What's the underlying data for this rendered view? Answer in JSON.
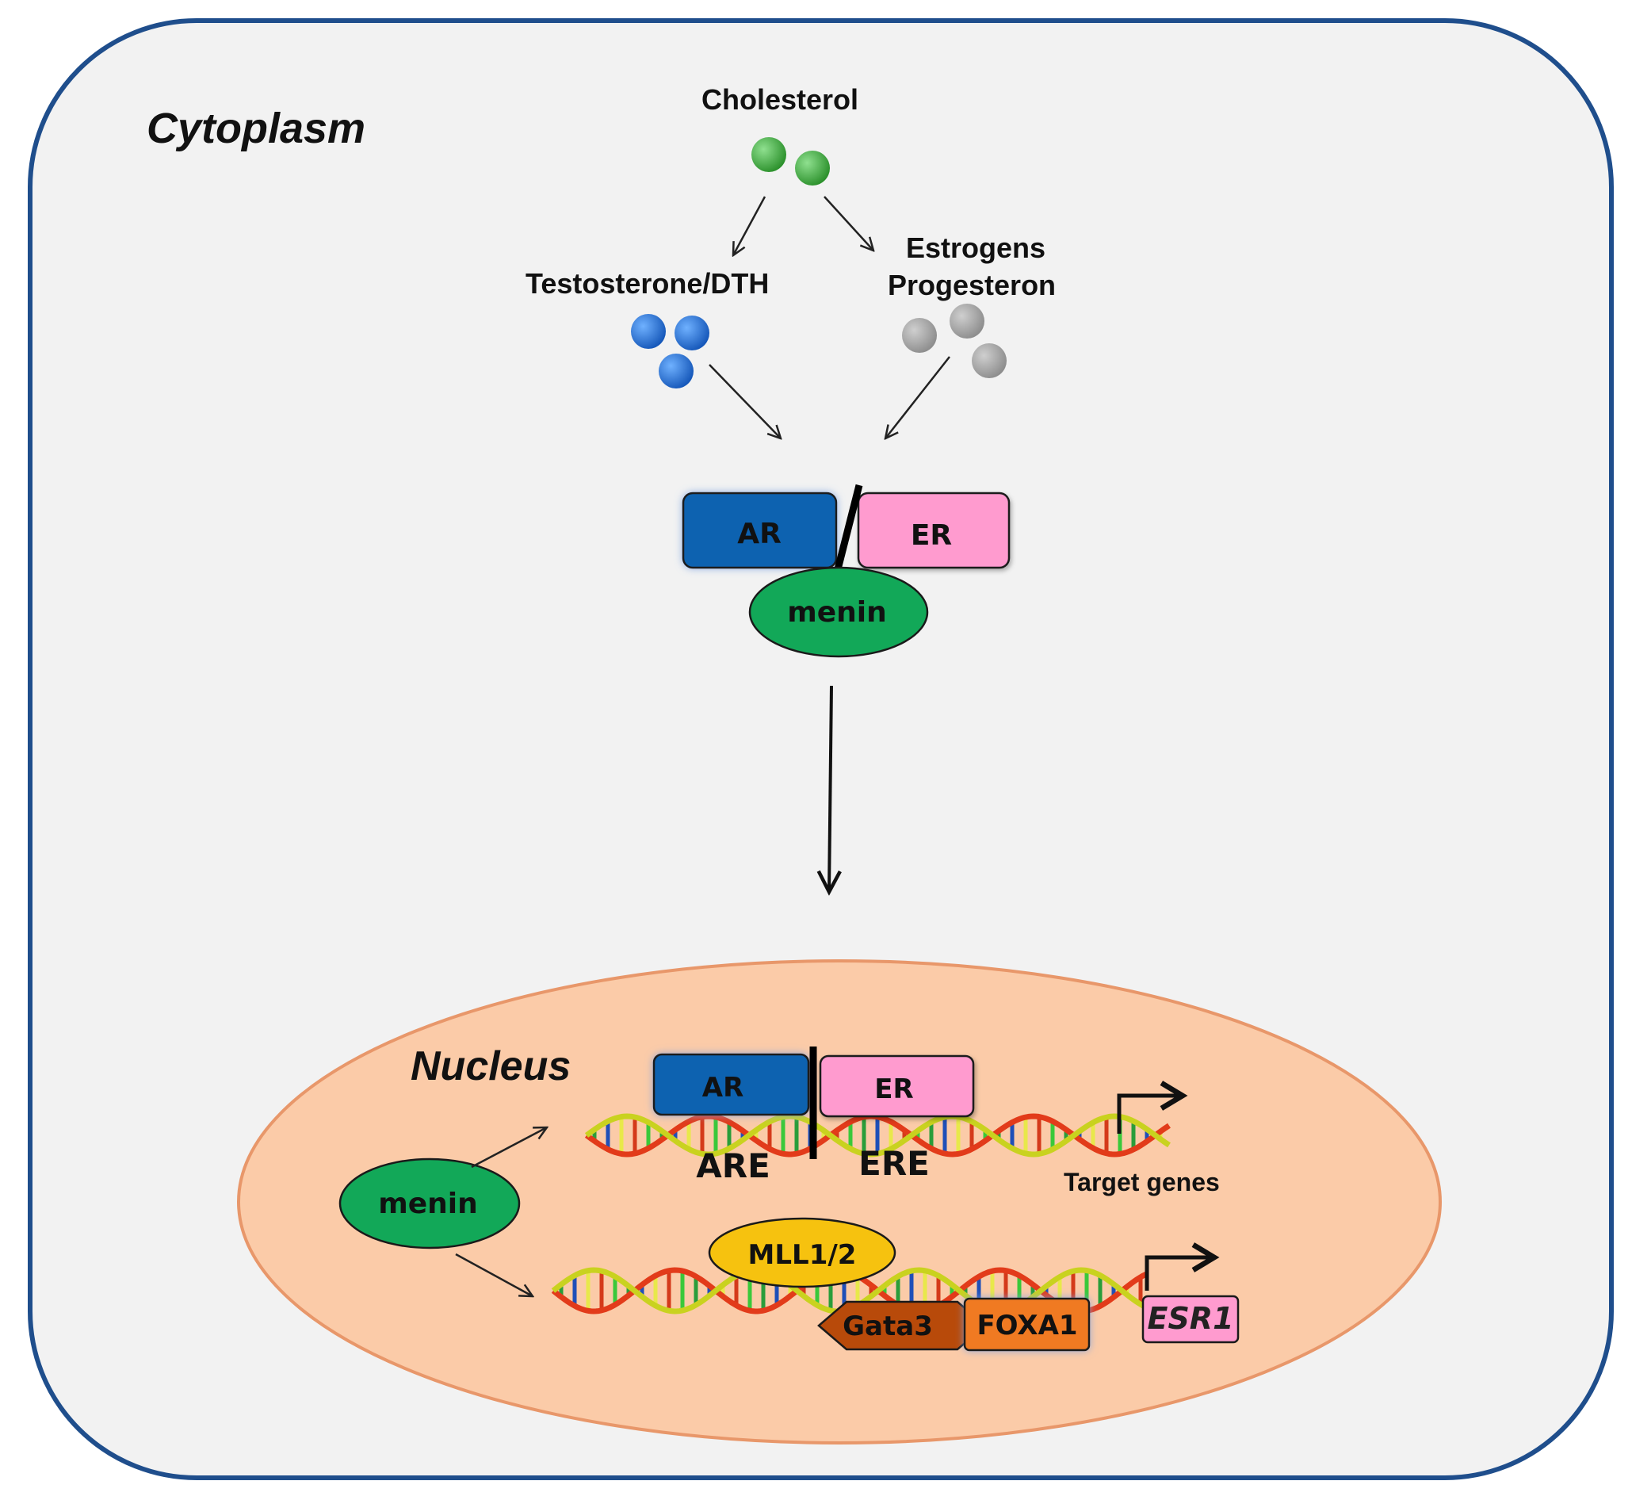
{
  "compartments": {
    "cytoplasm": "Cytoplasm",
    "nucleus": "Nucleus"
  },
  "molecules": {
    "cholesterol": "Cholesterol",
    "testosterone": "Testosterone/DTH",
    "estrogens": "Estrogens",
    "progesteron": "Progesteron"
  },
  "receptors": {
    "ar": "AR",
    "er": "ER",
    "menin": "menin"
  },
  "nucleus": {
    "ar": "AR",
    "er": "ER",
    "are": "ARE",
    "ere": "ERE",
    "target_genes": "Target genes",
    "menin": "menin",
    "mll": "MLL1/2",
    "gata3": "Gata3",
    "foxa1": "FOXA1",
    "esr1": "ESR1"
  },
  "colors": {
    "cell_border": "#1f4e8c",
    "cytoplasm_fill": "#f2f2f2",
    "nucleus_fill": "#fbcba8",
    "nucleus_border": "#e8976a",
    "cholesterol": "#3aa63a",
    "testosterone": "#1f6fd1",
    "estrogen": "#a3a3a3",
    "ar_box": "#0b62b0",
    "er_box": "#ff9bcf",
    "menin": "#12a858",
    "mll": "#f6c20f",
    "gata3": "#b84a0a",
    "foxa1": "#f07a24"
  }
}
